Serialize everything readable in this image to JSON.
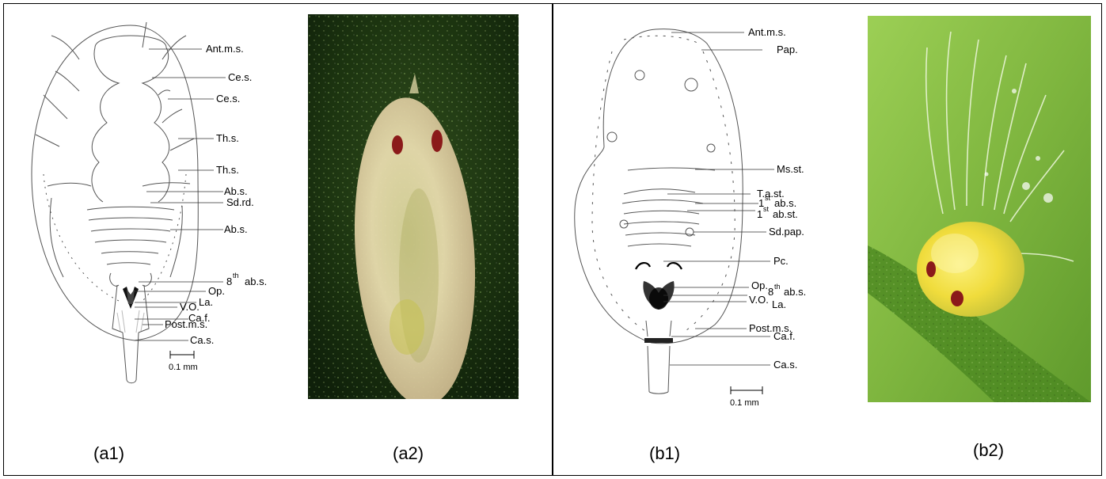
{
  "figure": {
    "captions": [
      "(a1)",
      "(a2)",
      "(b1)",
      "(b2)"
    ],
    "drawing_a": {
      "labels": [
        {
          "id": "a_ant_ms",
          "text": "Ant.m.s."
        },
        {
          "id": "a_ce_s1",
          "text": "Ce.s."
        },
        {
          "id": "a_ce_s2",
          "text": "Ce.s."
        },
        {
          "id": "a_th_s1",
          "text": "Th.s."
        },
        {
          "id": "a_th_s2",
          "text": "Th.s."
        },
        {
          "id": "a_ab_s1",
          "text": "Ab.s."
        },
        {
          "id": "a_sd_rd",
          "text": "Sd.rd."
        },
        {
          "id": "a_ab_s2",
          "text": "Ab.s."
        },
        {
          "id": "a_8th_sup",
          "text": "th"
        },
        {
          "id": "a_8th_num",
          "text": "8"
        },
        {
          "id": "a_8th_rest",
          "text": "ab.s."
        },
        {
          "id": "a_op",
          "text": "Op."
        },
        {
          "id": "a_la",
          "text": "La."
        },
        {
          "id": "a_vo",
          "text": "V.O."
        },
        {
          "id": "a_caf",
          "text": "Ca.f."
        },
        {
          "id": "a_post_ms",
          "text": "Post.m.s."
        },
        {
          "id": "a_cas",
          "text": "Ca.s."
        }
      ],
      "scale_label": "0.1 mm"
    },
    "drawing_b": {
      "labels": [
        {
          "id": "b_ant_ms",
          "text": "Ant.m.s."
        },
        {
          "id": "b_pap",
          "text": "Pap."
        },
        {
          "id": "b_ms_st",
          "text": "Ms.st."
        },
        {
          "id": "b_ta_st",
          "text": "T.a.st."
        },
        {
          "id": "b_1st_ab_s",
          "text": "ab.s."
        },
        {
          "id": "b_1st_ab_st",
          "text": "ab.st."
        },
        {
          "id": "b_sd_pap",
          "text": "Sd.pap."
        },
        {
          "id": "b_pc",
          "text": "Pc."
        },
        {
          "id": "b_op",
          "text": "Op."
        },
        {
          "id": "b_8th_ab_s",
          "text": "ab.s."
        },
        {
          "id": "b_vo",
          "text": "V.O."
        },
        {
          "id": "b_la",
          "text": "La."
        },
        {
          "id": "b_post_ms",
          "text": "Post.m.s."
        },
        {
          "id": "b_caf",
          "text": "Ca.f."
        },
        {
          "id": "b_cas",
          "text": "Ca.s."
        }
      ],
      "ordinal_1": "1",
      "ordinal_st": "st",
      "ordinal_8": "8",
      "ordinal_th": "th",
      "scale_label": "0.1 mm"
    },
    "colors": {
      "photo_a_background": "#1e3a12",
      "photo_a_body": "#e6d8a8",
      "photo_b_background": "#8bc34a",
      "photo_b_body": "#f4e04a",
      "eye_red": "#8b1a1a"
    }
  }
}
